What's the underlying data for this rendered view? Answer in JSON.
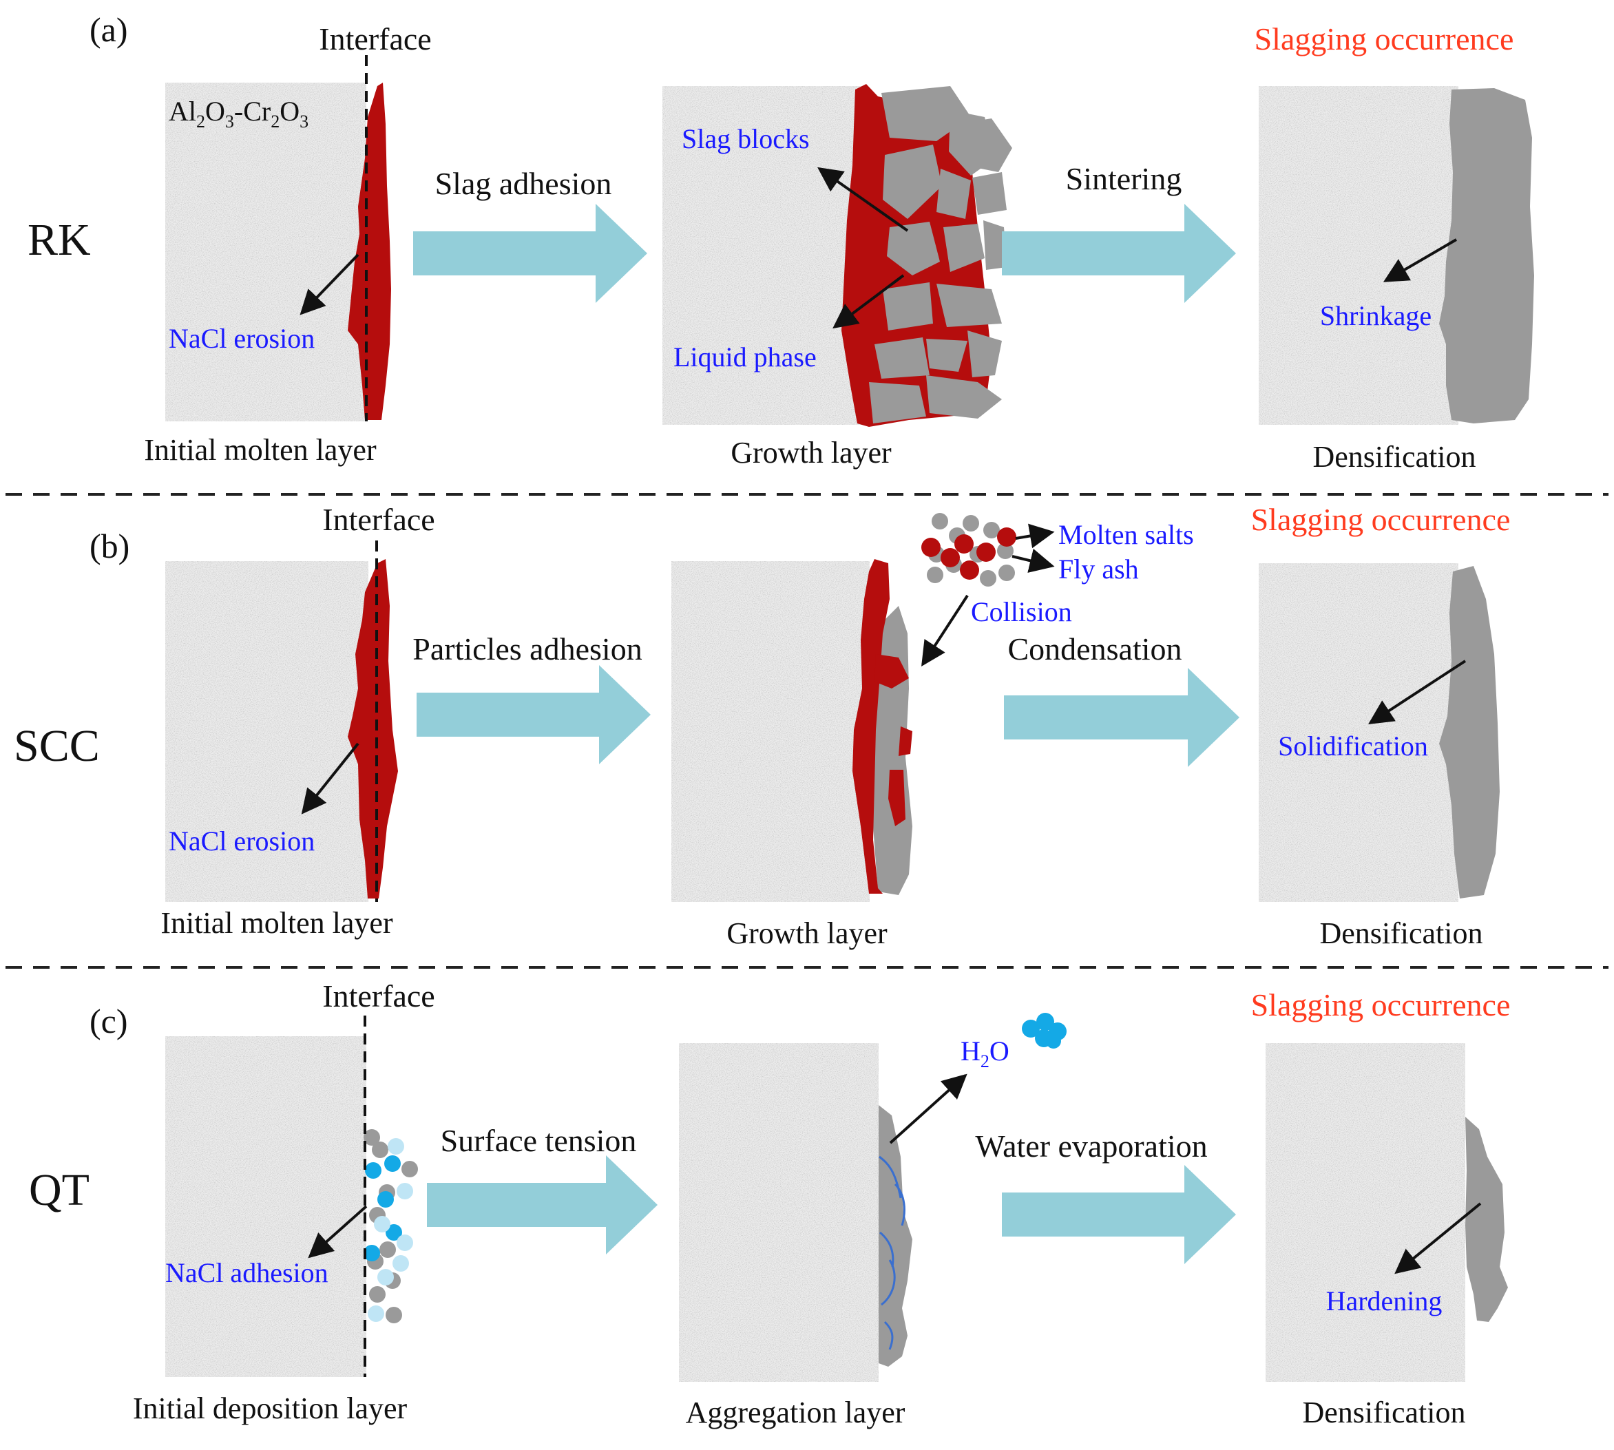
{
  "colors": {
    "panel_fill": "#ececec",
    "arrow_fill": "#93ced9",
    "molten_red": "#b50d0d",
    "slag_grey": "#9a9a9a",
    "water_blue": "#14a9e6",
    "label_blue": "#1a1aff",
    "label_red": "#ff3b1f",
    "text_black": "#111111"
  },
  "rows": [
    {
      "panel_tag": "(a)",
      "row_label": "RK",
      "interface_label": "Interface",
      "material_label": {
        "base": "Al",
        "sub1": "2",
        "mid1": "O",
        "sub2": "3",
        "mid2": "-Cr",
        "sub3": "2",
        "mid3": "O",
        "sub4": "3"
      },
      "result_label": "Slagging occurrence",
      "step1_arrow": "Slag adhesion",
      "step2_arrow": "Sintering",
      "stage1_caption": "Initial molten layer",
      "stage2_caption": "Growth layer",
      "stage3_caption": "Densification",
      "stage1_note": "NaCl erosion",
      "stage2_notes": [
        "Slag blocks",
        "Liquid phase"
      ],
      "stage3_note": "Shrinkage"
    },
    {
      "panel_tag": "(b)",
      "row_label": "SCC",
      "interface_label": "Interface",
      "result_label": "Slagging occurrence",
      "step1_arrow": "Particles adhesion",
      "step2_arrow": "Condensation",
      "stage1_caption": "Initial molten layer",
      "stage2_caption": "Growth layer",
      "stage3_caption": "Densification",
      "stage1_note": "NaCl erosion",
      "stage2_notes": [
        "Molten salts",
        "Fly ash",
        "Collision"
      ],
      "stage3_note": "Solidification"
    },
    {
      "panel_tag": "(c)",
      "row_label": "QT",
      "interface_label": "Interface",
      "result_label": "Slagging occurrence",
      "step1_arrow": "Surface tension",
      "step2_arrow": "Water evaporation",
      "stage1_caption": "Initial deposition layer",
      "stage2_caption": "Aggregation layer",
      "stage3_caption": "Densification",
      "stage1_note": "NaCl adhesion",
      "stage2_note": {
        "base": "H",
        "sub": "2",
        "tail": "O"
      },
      "stage3_note": "Hardening"
    }
  ]
}
